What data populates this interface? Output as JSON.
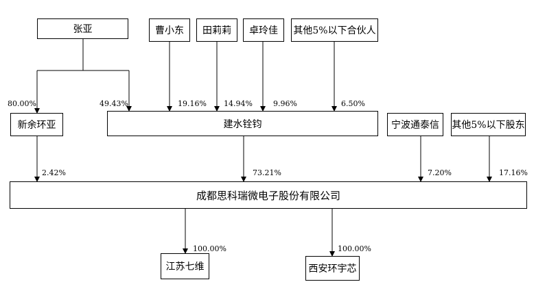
{
  "nodes": {
    "zhang_ya": "张亚",
    "cao_xiaodong": "曹小东",
    "tian_lili": "田莉莉",
    "zhuo_lingjia": "卓玲佳",
    "other_partners": "其他5%以下合伙人",
    "xinyu_huanya": "新余环亚",
    "jianshui_quanjun": "建水铨钧",
    "ningbo_tongtaixin": "宁波通泰信",
    "other_shareholders": "其他5%以下股东",
    "chengdu_sirui": "成都思科瑞微电子股份有限公司",
    "jiangsu_qiwei": "江苏七维",
    "xian_huanyuxin": "西安环宇芯"
  },
  "percentages": {
    "zhangya_to_xinyu": "80.00%",
    "zhangya_to_jianshui": "49.43%",
    "cao_to_jianshui": "19.16%",
    "tian_to_jianshui": "14.94%",
    "zhuo_to_jianshui": "9.96%",
    "partners_to_jianshui": "6.50%",
    "xinyu_to_chengdu": "2.42%",
    "jianshui_to_chengdu": "73.21%",
    "ningbo_to_chengdu": "7.20%",
    "others_to_chengdu": "17.16%",
    "chengdu_to_jiangsu": "100.00%",
    "chengdu_to_xian": "100.00%"
  }
}
